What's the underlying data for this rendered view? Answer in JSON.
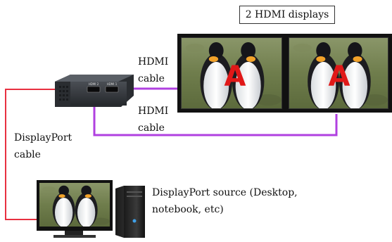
{
  "diagram": {
    "title": "2 HDMI displays",
    "labels": {
      "hdmi_cable_top_line1": "HDMI",
      "hdmi_cable_top_line2": "cable",
      "hdmi_cable_bottom_line1": "HDMI",
      "hdmi_cable_bottom_line2": "cable",
      "displayport_cable_line1": "DisplayPort",
      "displayport_cable_line2": "cable",
      "source_line1": "DisplayPort source (Desktop,",
      "source_line2": "notebook, etc)"
    },
    "screen_letter": "A",
    "device_ports": [
      "HDMI 2",
      "HDMI 1"
    ],
    "colors": {
      "hdmi_cable": "#b040e0",
      "displayport_cable": "#e83040",
      "screen_letter": "#e01818",
      "monitor_frame": "#111111",
      "screen_grass": "#6f7d4c"
    }
  }
}
